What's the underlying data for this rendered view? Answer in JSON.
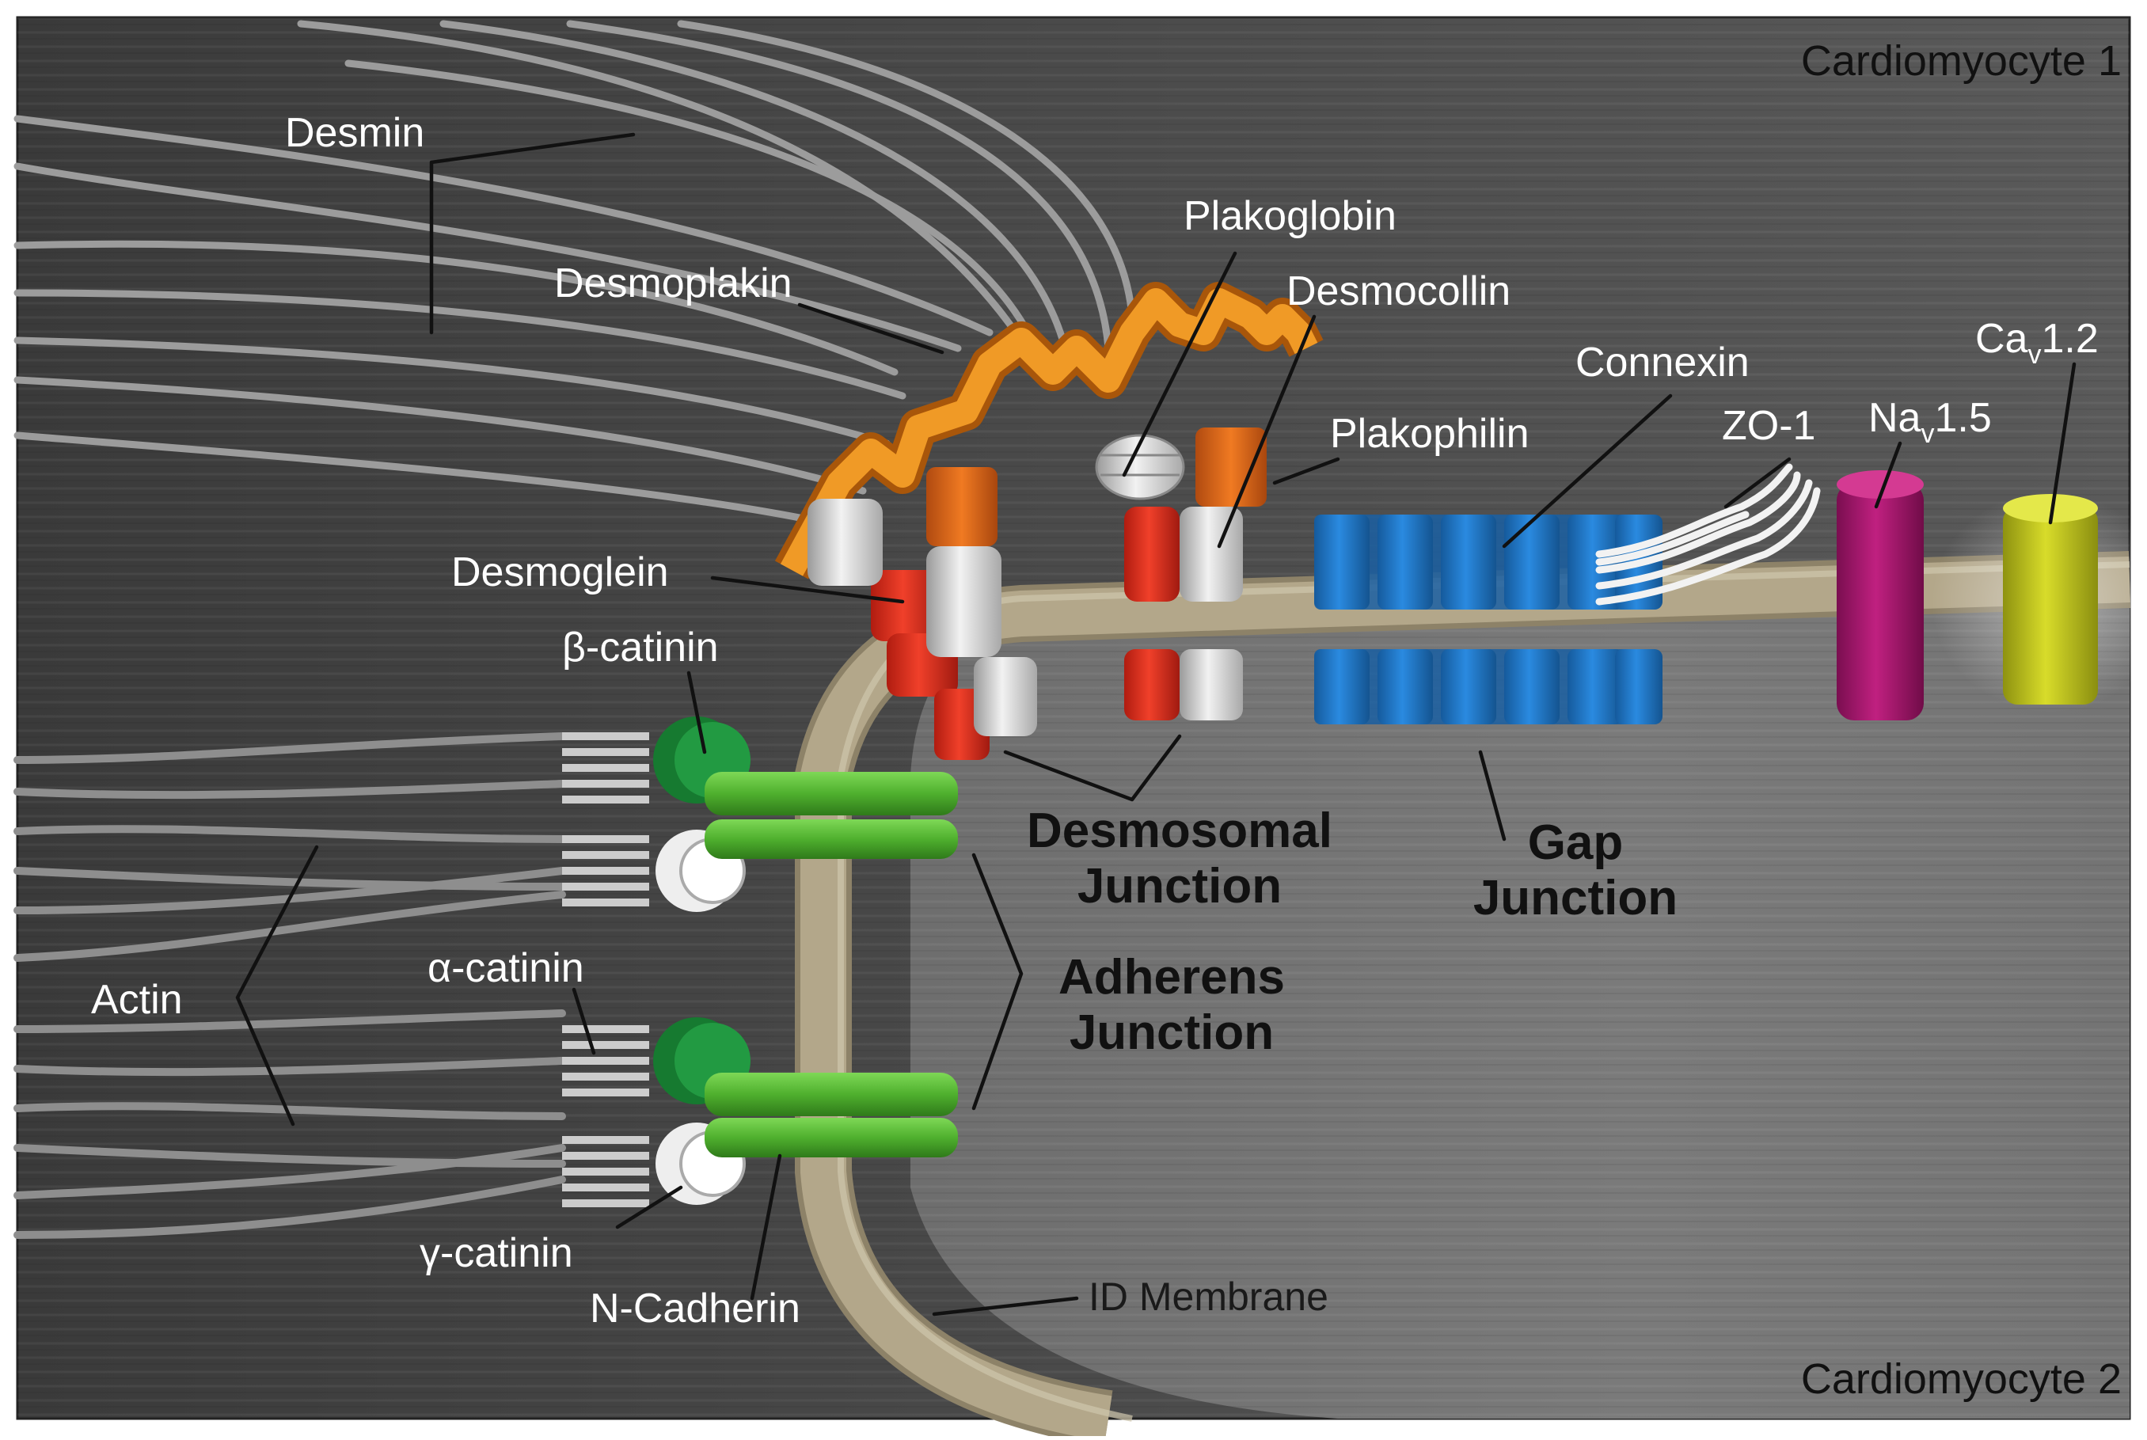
{
  "labels": {
    "cardiomyocyte_1": "Cardiomyocyte 1",
    "cardiomyocyte_2": "Cardiomyocyte 2",
    "desmin": "Desmin",
    "desmoplakin": "Desmoplakin",
    "plakoglobin": "Plakoglobin",
    "desmocollin": "Desmocollin",
    "plakophilin": "Plakophilin",
    "connexin": "Connexin",
    "zo1": "ZO-1",
    "nav_main": "Na",
    "nav_sub": "v",
    "nav_tail": "1.5",
    "cav_main": "Ca",
    "cav_sub": "v",
    "cav_tail": "1.2",
    "desmoglein": "Desmoglein",
    "beta_catenin": "β-catinin",
    "alpha_catenin": "α-catinin",
    "gamma_catenin": "γ-catinin",
    "actin": "Actin",
    "n_cadherin": "N-Cadherin",
    "id_membrane": "ID Membrane",
    "desmosomal_junction_1": "Desmosomal",
    "desmosomal_junction_2": "Junction",
    "gap_junction_1": "Gap",
    "gap_junction_2": "Junction",
    "adherens_junction_1": "Adherens",
    "adherens_junction_2": "Junction"
  },
  "colors": {
    "desmoplakin": "#f0901e",
    "desmoglein": "#e0301e",
    "plakophilin": "#e8681a",
    "connexin": "#1f78c8",
    "nav": "#a8186e",
    "cav": "#c8cc1e",
    "cadherin": "#58b83a",
    "catenin_dark": "#1f8a3a",
    "membrane": "#b3a78a"
  }
}
